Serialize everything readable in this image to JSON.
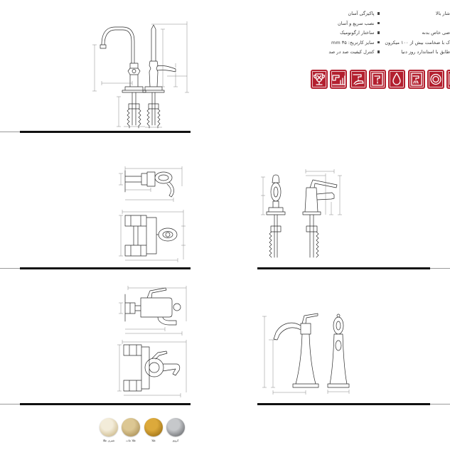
{
  "features": {
    "left_column": [
      "پاکیزگی آسان",
      "نصب سریع و آسان",
      "ساختار ارگونومیک",
      "سایز کارتریج: ۳۵ mm",
      "کنترل کیفیت صد در صد"
    ],
    "right_column": [
      "شار بالا",
      "ضی خاص بدنه",
      "ک با ضخامت بیش از ۱۰۰ میکرون",
      "طابق با استاندارد روز دنیا"
    ]
  },
  "badges": [
    "quality-cup-icon",
    "faucet-chart-icon",
    "hand-wash-icon",
    "faucet-frame-icon",
    "water-drop-icon",
    "spray-faucet-icon",
    "cartridge-ring-icon",
    "partial-badge-icon"
  ],
  "colors": {
    "accent": "#b3202f",
    "rule": "#111111",
    "drawing_line": "#2b2b2b"
  },
  "finishes": [
    {
      "label": "شیری طلا",
      "color": "#f3ecd9",
      "edge": "#c1aa73"
    },
    {
      "label": "طلا مات",
      "color": "#dcc793",
      "edge": "#9c8045"
    },
    {
      "label": "طلا",
      "color": "#dca93b",
      "edge": "#8a600c"
    },
    {
      "label": "کروم",
      "color": "#c6c8cb",
      "edge": "#505256"
    }
  ]
}
